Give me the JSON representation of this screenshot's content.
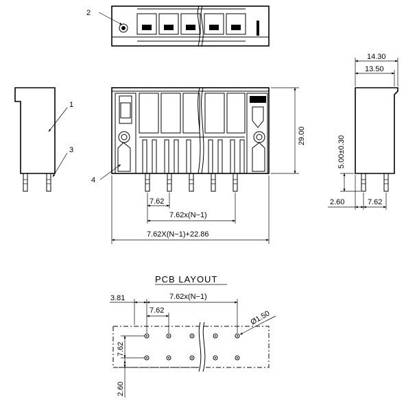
{
  "top_view": {
    "callout": "2"
  },
  "side_view": {
    "callouts": [
      "1",
      "3"
    ]
  },
  "front_view": {
    "callout": "4",
    "dim_height": "29.00",
    "dim_pitch": "7.62",
    "dim_span": "7.62x(N−1)",
    "dim_total": "7.62X(N−1)+22.86"
  },
  "right_view": {
    "dim_overall": "14.30",
    "dim_body": "13.50",
    "dim_pin_length": "5.00±0.30",
    "dim_offset": "2.60",
    "dim_pin_pitch": "7.62"
  },
  "pcb_layout": {
    "title": "PCB LAYOUT",
    "dim_edge": "3.81",
    "dim_span": "7.62x(N−1)",
    "dim_pitch": "7.62",
    "dim_hole": "Ø1.50",
    "dim_row_pitch": "7.62",
    "dim_bottom": "2.60"
  }
}
